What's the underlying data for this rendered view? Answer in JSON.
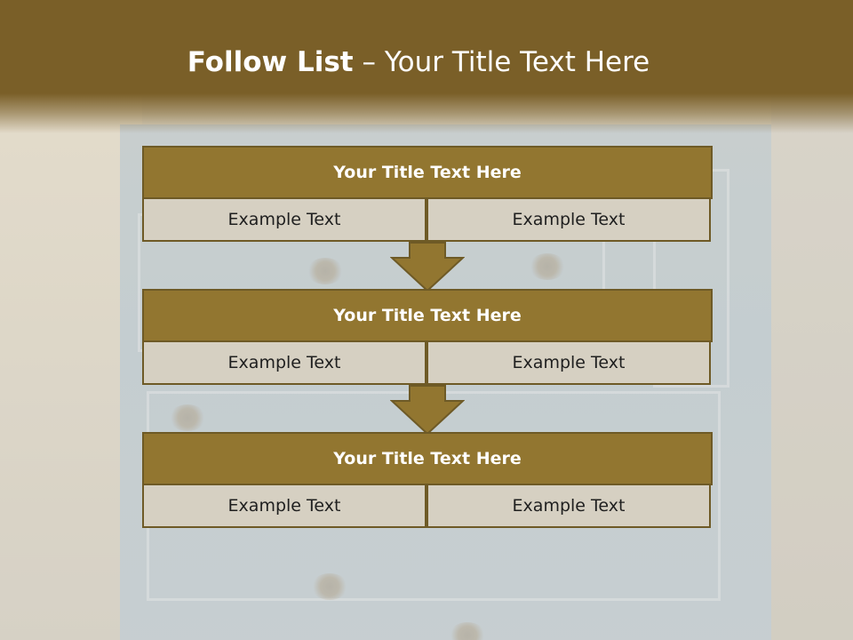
{
  "slide": {
    "title_bold": "Follow List",
    "title_rest": " – Your Title Text Here"
  },
  "steps": [
    {
      "title": "Your Title Text Here",
      "left": "Example Text",
      "right": "Example Text"
    },
    {
      "title": "Your Title Text Here",
      "left": "Example Text",
      "right": "Example Text"
    },
    {
      "title": "Your Title Text Here",
      "left": "Example Text",
      "right": "Example Text"
    }
  ],
  "colors": {
    "header": "#7a5f28",
    "title_box": "#927630",
    "cell": "#d6d0c2",
    "border": "#6e5a26"
  }
}
